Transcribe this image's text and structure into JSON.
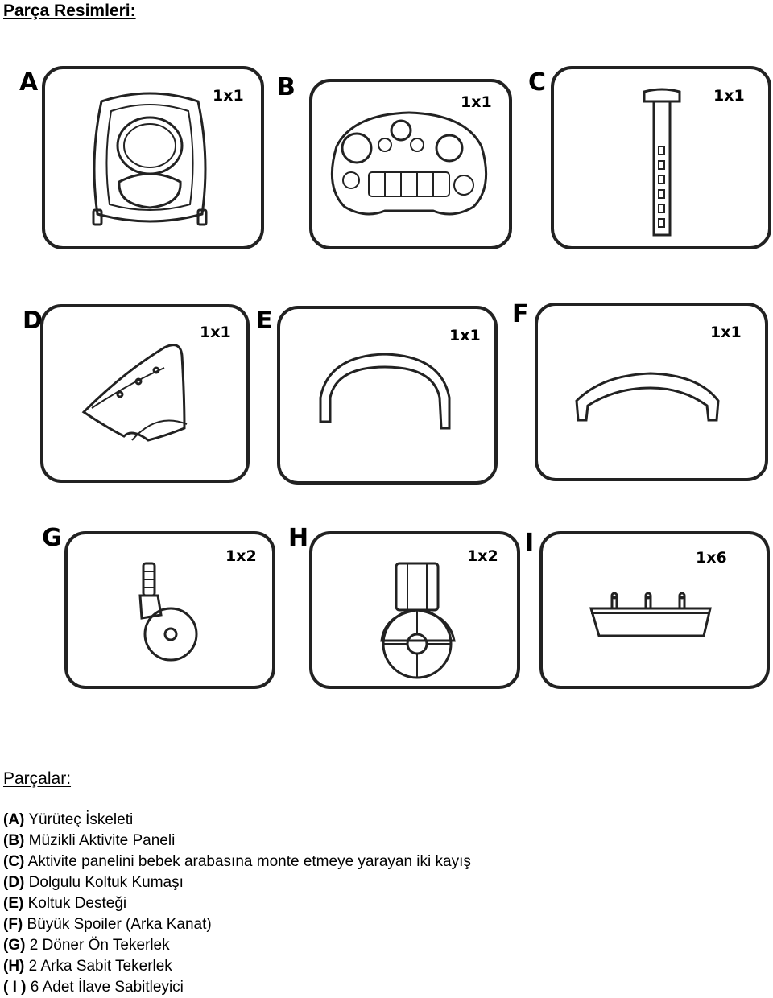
{
  "header": {
    "title": "Parça Resimleri:"
  },
  "parts_images": [
    {
      "letter": "A",
      "qty": "1x1",
      "icon": "walker-frame-icon"
    },
    {
      "letter": "B",
      "qty": "1x1",
      "icon": "activity-panel-icon"
    },
    {
      "letter": "C",
      "qty": "1x1",
      "icon": "strap-icon"
    },
    {
      "letter": "D",
      "qty": "1x1",
      "icon": "seat-fabric-icon"
    },
    {
      "letter": "E",
      "qty": "1x1",
      "icon": "seat-support-icon"
    },
    {
      "letter": "F",
      "qty": "1x1",
      "icon": "rear-spoiler-icon"
    },
    {
      "letter": "G",
      "qty": "1x2",
      "icon": "swivel-wheel-icon"
    },
    {
      "letter": "H",
      "qty": "1x2",
      "icon": "rear-wheel-icon"
    },
    {
      "letter": "I",
      "qty": "1x6",
      "icon": "stopper-icon"
    }
  ],
  "parts_list": {
    "title": "Parçalar:",
    "items": [
      {
        "code": "(A)",
        "text": " Yürüteç İskeleti"
      },
      {
        "code": "(B)",
        "text": " Müzikli Aktivite Paneli"
      },
      {
        "code": "(C)",
        "text": " Aktivite panelini bebek arabasına monte etmeye yarayan iki kayış"
      },
      {
        "code": "(D)",
        "text": " Dolgulu Koltuk Kumaşı"
      },
      {
        "code": "(E)",
        "text": " Koltuk Desteği"
      },
      {
        "code": "(F)",
        "text": " Büyük Spoiler (Arka Kanat)"
      },
      {
        "code": "(G)",
        "text": " 2 Döner Ön Tekerlek"
      },
      {
        "code": "(H)",
        "text": " 2 Arka Sabit Tekerlek"
      },
      {
        "code": "( I )",
        "text": " 6 Adet İlave Sabitleyici"
      }
    ]
  }
}
